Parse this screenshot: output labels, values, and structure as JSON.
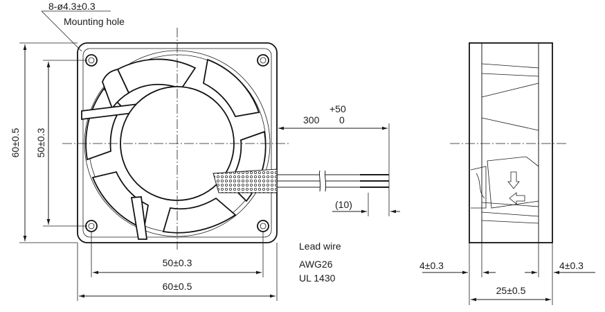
{
  "labels": {
    "holes": "8-ø4.3±0.3",
    "holes_note": "Mounting hole",
    "height_outer": "60±0.5",
    "height_pitch": "50±0.3",
    "width_pitch": "50±0.3",
    "width_outer": "60±0.5",
    "lead_length": "300",
    "lead_tol_plus": "+50",
    "lead_tol_minus": "0",
    "strip_length": "(10)",
    "lead_wire_title": "Lead wire",
    "lead_wire_gauge": "AWG26",
    "lead_wire_std": "UL 1430",
    "flange_left": "4±0.3",
    "flange_right": "4±0.3",
    "depth": "25±0.5"
  }
}
